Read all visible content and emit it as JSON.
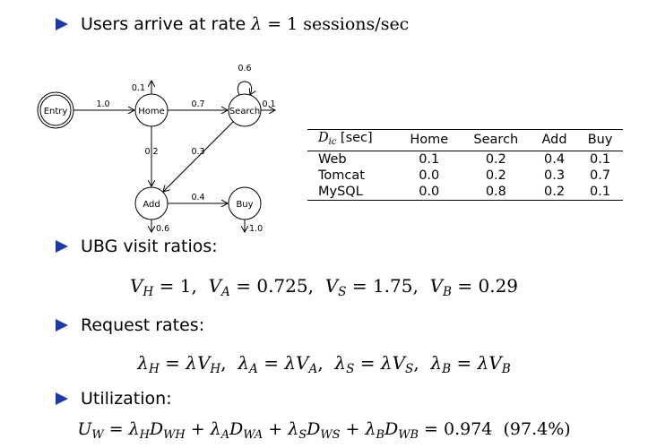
{
  "bullets": {
    "arrival_text": "Users arrive at rate",
    "arrival_eq": "= 1 sessions/sec",
    "visit_ratios": "UBG visit ratios:",
    "request_rates": "Request rates:",
    "utilization": "Utilization:"
  },
  "diagram": {
    "nodes": {
      "entry": "Entry",
      "home": "Home",
      "search": "Search",
      "add": "Add",
      "buy": "Buy"
    },
    "edges": {
      "entry_home": "1.0",
      "home_search": "0.7",
      "home_exit": "0.1",
      "home_add": "0.2",
      "search_self": "0.6",
      "search_exit": "0.1",
      "search_add": "0.3",
      "add_buy": "0.4",
      "add_exit": "0.6",
      "buy_exit": "1.0"
    }
  },
  "table": {
    "header_unit": "[sec]",
    "columns": [
      "Home",
      "Search",
      "Add",
      "Buy"
    ],
    "rows": [
      {
        "name": "Web",
        "values": [
          "0.1",
          "0.2",
          "0.4",
          "0.1"
        ]
      },
      {
        "name": "Tomcat",
        "values": [
          "0.0",
          "0.2",
          "0.3",
          "0.7"
        ]
      },
      {
        "name": "MySQL",
        "values": [
          "0.0",
          "0.8",
          "0.2",
          "0.1"
        ]
      }
    ]
  },
  "equations": {
    "visit": {
      "vh": "1",
      "va": "0.725",
      "vs": "1.75",
      "vb": "0.29"
    },
    "utilization": {
      "result": "0.974",
      "percent": "(97.4%)"
    }
  }
}
